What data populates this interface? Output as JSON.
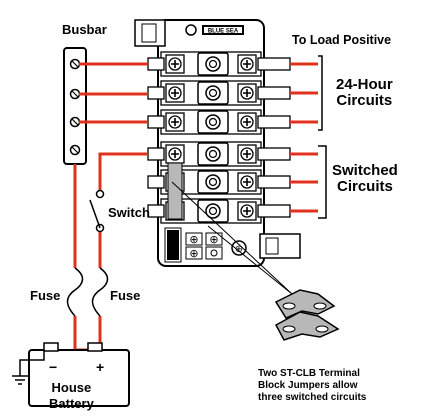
{
  "labels": {
    "busbar": "Busbar",
    "to_load_positive": "To Load Positive",
    "circuits_24": "24-Hour\nCircuits",
    "circuits_switched": "Switched\nCircuits",
    "switch": "Switch",
    "fuse_left": "Fuse",
    "fuse_right": "Fuse",
    "house_battery": "House\nBattery",
    "jumper_note": "Two ST-CLB Terminal\nBlock Jumpers allow\nthree switched circuits"
  },
  "colors": {
    "wire": "#e0301e",
    "outline": "#000000",
    "jumper_fill": "#b8b8b8"
  },
  "fuse_block": {
    "circuit_count": 6,
    "always_on_count": 3,
    "switched_count": 3
  }
}
